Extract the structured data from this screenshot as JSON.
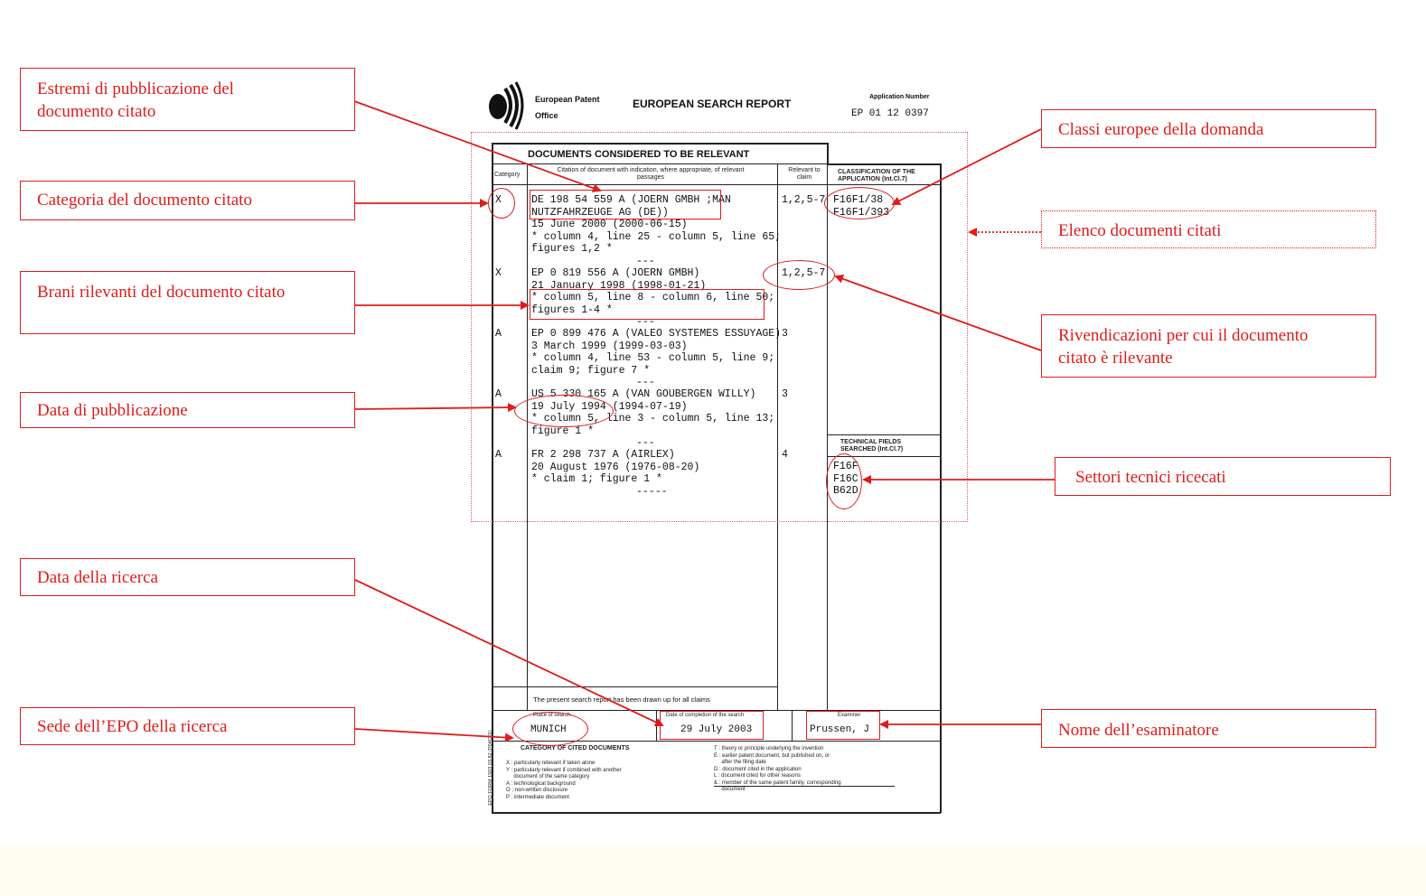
{
  "annotations": {
    "publication_details": "Estremi di pubblicazione del documento citato",
    "category": "Categoria del documento citato",
    "relevant_passages": "Brani rilevanti del documento citato",
    "publication_date": "Data di pubblicazione",
    "search_date": "Data della ricerca",
    "search_office": "Sede dell’EPO della ricerca",
    "european_classes": "Classi europee della domanda",
    "cited_documents_list": "Elenco documenti citati",
    "relevant_claims": "Rivendicazioni per cui il documento citato è rilevante",
    "technical_fields": "Settori tecnici ricecati",
    "examiner_name": "Nome dell’esaminatore"
  },
  "report": {
    "office_line1": "European Patent",
    "office_line2": "Office",
    "title": "EUROPEAN SEARCH REPORT",
    "application_number_label": "Application Number",
    "application_number": "EP 01 12 0397",
    "section_title": "DOCUMENTS CONSIDERED TO BE RELEVANT",
    "col_category": "Category",
    "col_citation": "Citation of document with indication, where appropriate, of relevant passages",
    "col_relevant": "Relevant to claim",
    "col_classification": "CLASSIFICATION OF THE APPLICATION (Int.Cl.7)",
    "classification": [
      "F16F1/38",
      "F16F1/393"
    ],
    "technical_fields_label": "TECHNICAL FIELDS SEARCHED (Int.Cl.7)",
    "technical_fields": [
      "F16F",
      "F16C",
      "B62D"
    ],
    "citations": [
      {
        "category": "X",
        "lines": [
          "DE 198 54 559 A (JOERN GMBH ;MAN",
          "NUTZFAHRZEUGE AG (DE))",
          "15 June 2000 (2000-06-15)",
          "* column 4, line 25 - column 5, line 65;",
          "figures 1,2 *",
          "---"
        ],
        "claims": "1,2,5-7"
      },
      {
        "category": "X",
        "lines": [
          "EP 0 819 556 A (JOERN GMBH)",
          "21 January 1998 (1998-01-21)",
          "* column 5, line 8 - column 6, line 50;",
          "figures 1-4 *",
          "---"
        ],
        "claims": "1,2,5-7"
      },
      {
        "category": "A",
        "lines": [
          "EP 0 899 476 A (VALEO SYSTEMES ESSUYAGE)",
          "3 March 1999 (1999-03-03)",
          "* column 4, line 53 - column 5, line 9;",
          "claim 9; figure 7 *",
          "---"
        ],
        "claims": "3"
      },
      {
        "category": "A",
        "lines": [
          "US 5 330 165 A (VAN GOUBERGEN WILLY)",
          "19 July 1994 (1994-07-19)",
          "* column 5, line 3 - column 5, line 13;",
          "figure 1 *",
          "---"
        ],
        "claims": "3"
      },
      {
        "category": "A",
        "lines": [
          "FR 2 298 737 A (AIRLEX)",
          "20 August 1976 (1976-08-20)",
          "* claim 1; figure 1 *",
          "-----"
        ],
        "claims": "4"
      }
    ],
    "drawn_up_text": "The present search report has been drawn up for all claims",
    "place_label": "Place of search",
    "place": "MUNICH",
    "date_label": "Date of completion of the search",
    "date": "29 July 2003",
    "examiner_label": "Examiner",
    "examiner": "Prussen, J",
    "cat_header": "CATEGORY OF CITED DOCUMENTS",
    "cat_left": [
      "X : particularly relevant if taken alone",
      "Y : particularly relevant if combined with another",
      "     document of the same category",
      "A : technological background",
      "O : non-written disclosure",
      "P : intermediate document"
    ],
    "cat_right": [
      "T : theory or principle underlying the invention",
      "E : earlier patent document, but published on, or",
      "     after the filing date",
      "D : document cited in the application",
      "L : document cited for other reasons",
      "",
      "& : member of the same patent family, corresponding",
      "     document"
    ],
    "form_code": "EPO FORM 1503 03.82 (P04C01)"
  },
  "colors": {
    "annotation": "#e01b1b"
  }
}
